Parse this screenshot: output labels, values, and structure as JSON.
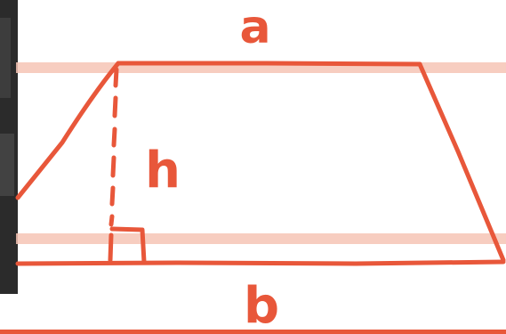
{
  "labels": {
    "top_base": "a",
    "bottom_base": "b",
    "height": "h"
  },
  "colors": {
    "ink": "#E8573A",
    "ruled_line": "#F6C4B5",
    "photo_edge": "#2B2B2B",
    "background": "#FFFFFF"
  }
}
